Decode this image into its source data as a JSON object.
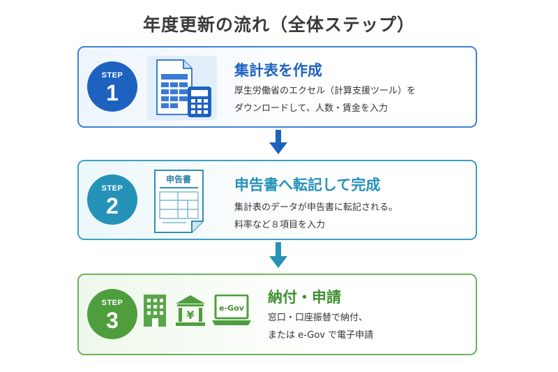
{
  "title": "年度更新の流れ（全体ステップ）",
  "steps": [
    {
      "label": "STEP",
      "number": "1",
      "heading": "集計表を作成",
      "lines": [
        "厚生労働省のエクセル（計算支援ツール）を",
        "ダウンロードして、人数・賃金を入力"
      ],
      "icon": "spreadsheet-calculator-icon",
      "color": "#1e62c0"
    },
    {
      "label": "STEP",
      "number": "2",
      "heading": "申告書へ転記して完成",
      "lines": [
        "集計表のデータが申告書に転記される。",
        "料率など８項目を入力"
      ],
      "icon": "application-form-icon",
      "icon_text": "申告書",
      "color": "#2592b8"
    },
    {
      "label": "STEP",
      "number": "3",
      "heading": "納付・申請",
      "lines": [
        "窓口・口座振替で納付、",
        "または e-Gov で電子申請"
      ],
      "icons": [
        "office-building-icon",
        "bank-icon",
        "laptop-egov-icon"
      ],
      "bank_symbol": "¥",
      "laptop_text": "e-Gov",
      "color": "#4e9e3d"
    }
  ]
}
